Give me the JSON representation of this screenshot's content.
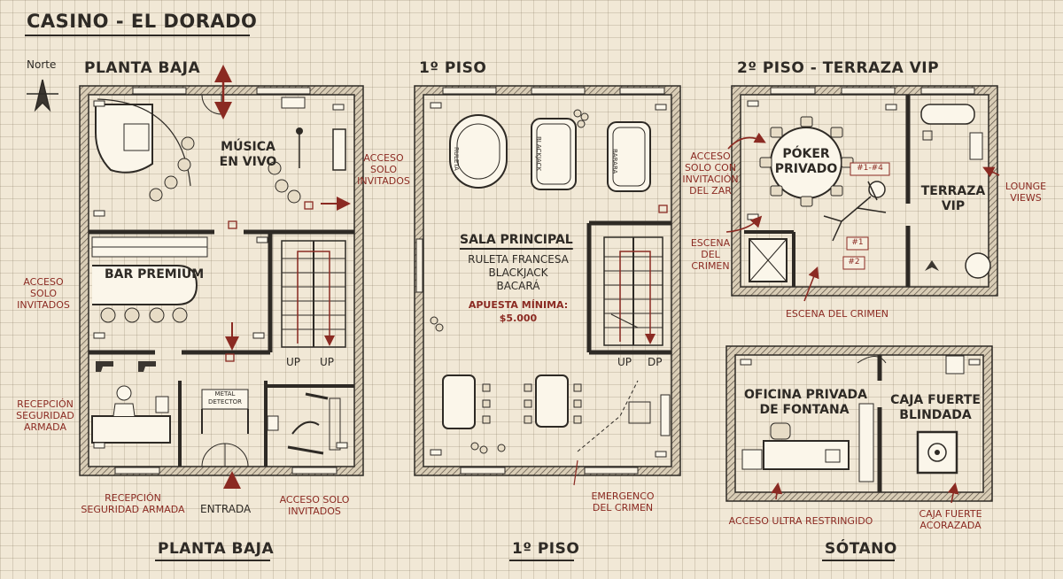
{
  "title": "CASINO - EL DORADO",
  "compass_label": "Norte",
  "headings": {
    "ground_top": "PLANTA BAJA",
    "first_top": "1º PISO",
    "second_top": "2º PISO - TERRAZA VIP",
    "ground_bottom": "PLANTA BAJA",
    "first_bottom": "1º PISO",
    "basement_bottom": "SÓTANO"
  },
  "ground_floor": {
    "music_line1": "MÚSICA",
    "music_line2": "EN VIVO",
    "bar": "BAR PREMIUM",
    "metal_detector_line1": "METAL",
    "metal_detector_line2": "DETECTOR",
    "up1": "UP",
    "up2": "UP",
    "note_guest_music": [
      "ACCESO",
      "SOLO",
      "INVITADOS"
    ],
    "note_guest_bar": [
      "ACCESO",
      "SOLO",
      "INVITADOS"
    ],
    "note_reception_left": [
      "RECEPCIÓN",
      "SEGURIDAD",
      "ARMADA"
    ],
    "note_reception_bottom": [
      "RECEPCIÓN",
      "SEGURIDAD ARMADA"
    ],
    "entrance": "ENTRADA",
    "note_guest_armory": [
      "ACCESO SOLO",
      "INVITADOS"
    ]
  },
  "first_floor": {
    "main_hall": "SALA PRINCIPAL",
    "games": [
      "RULETA FRANCESA",
      "BLACKJACK",
      "BACARÁ"
    ],
    "min_bet_label": "APUESTA MÍNIMA:",
    "min_bet_value": "$5.000",
    "table_labels": [
      "RULETA",
      "BLACKJACK",
      "BARARA"
    ],
    "up": "UP",
    "dp": "DP",
    "note_emergency": [
      "EMERGENCO",
      "DEL CRIMEN"
    ]
  },
  "second_floor": {
    "poker_line1": "PÓKER",
    "poker_line2": "PRIVADO",
    "terrace_line1": "TERRAZA",
    "terrace_line2": "VIP",
    "note_access": [
      "ACCESO",
      "SOLO CON",
      "INVITACIÓN",
      "DEL ZAR"
    ],
    "note_lounge": [
      "LOUNGE",
      "VIEWS"
    ],
    "note_crime_left": [
      "ESCENA",
      "DEL",
      "CRIMEN"
    ],
    "note_crime_bottom": "ESCENA DEL CRIMEN",
    "evidence_tags": [
      "#1-#4",
      "#1",
      "#2"
    ]
  },
  "basement": {
    "office_line1": "OFICINA PRIVADA",
    "office_line2": "DE FONTANA",
    "vault_line1": "CAJA FUERTE",
    "vault_line2": "BLINDADA",
    "note_restricted": "ACCESO ULTRA RESTRINGIDO",
    "note_vault": [
      "CAJA FUERTE",
      "ACORAZADA"
    ]
  },
  "colors": {
    "ink": "#2e2a25",
    "accent_red": "#8b2a22",
    "paper": "#f1e8d6"
  }
}
